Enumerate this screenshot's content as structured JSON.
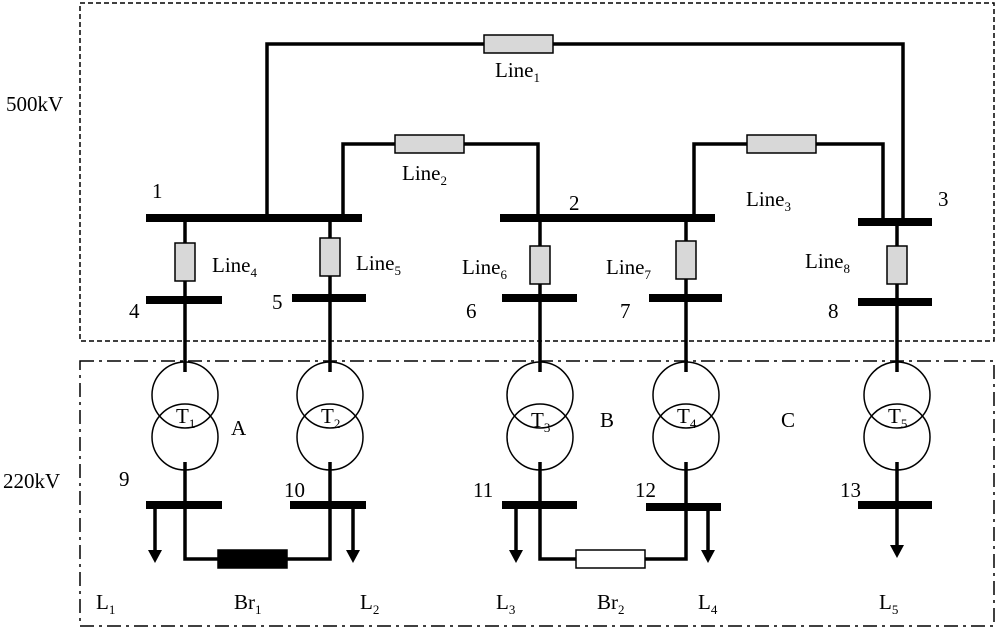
{
  "voltages": {
    "high": "500kV",
    "low": "220kV"
  },
  "buses": [
    "1",
    "2",
    "3",
    "4",
    "5",
    "6",
    "7",
    "8",
    "9",
    "10",
    "11",
    "12",
    "13"
  ],
  "lines": [
    {
      "base": "Line",
      "sub": "1"
    },
    {
      "base": "Line",
      "sub": "2"
    },
    {
      "base": "Line",
      "sub": "3"
    },
    {
      "base": "Line",
      "sub": "4"
    },
    {
      "base": "Line",
      "sub": "5"
    },
    {
      "base": "Line",
      "sub": "6"
    },
    {
      "base": "Line",
      "sub": "7"
    },
    {
      "base": "Line",
      "sub": "8"
    }
  ],
  "transformers": [
    {
      "base": "T",
      "sub": "1"
    },
    {
      "base": "T",
      "sub": "2"
    },
    {
      "base": "T",
      "sub": "3"
    },
    {
      "base": "T",
      "sub": "4"
    },
    {
      "base": "T",
      "sub": "5"
    }
  ],
  "areas": [
    "A",
    "B",
    "C"
  ],
  "breakers": [
    {
      "base": "Br",
      "sub": "1"
    },
    {
      "base": "Br",
      "sub": "2"
    }
  ],
  "loads": [
    {
      "base": "L",
      "sub": "1"
    },
    {
      "base": "L",
      "sub": "2"
    },
    {
      "base": "L",
      "sub": "3"
    },
    {
      "base": "L",
      "sub": "4"
    },
    {
      "base": "L",
      "sub": "5"
    }
  ],
  "colors": {
    "stroke": "#000000",
    "impedance_fill": "#d8d8d8",
    "br1_fill": "#000000",
    "br2_fill": "#ffffff"
  }
}
